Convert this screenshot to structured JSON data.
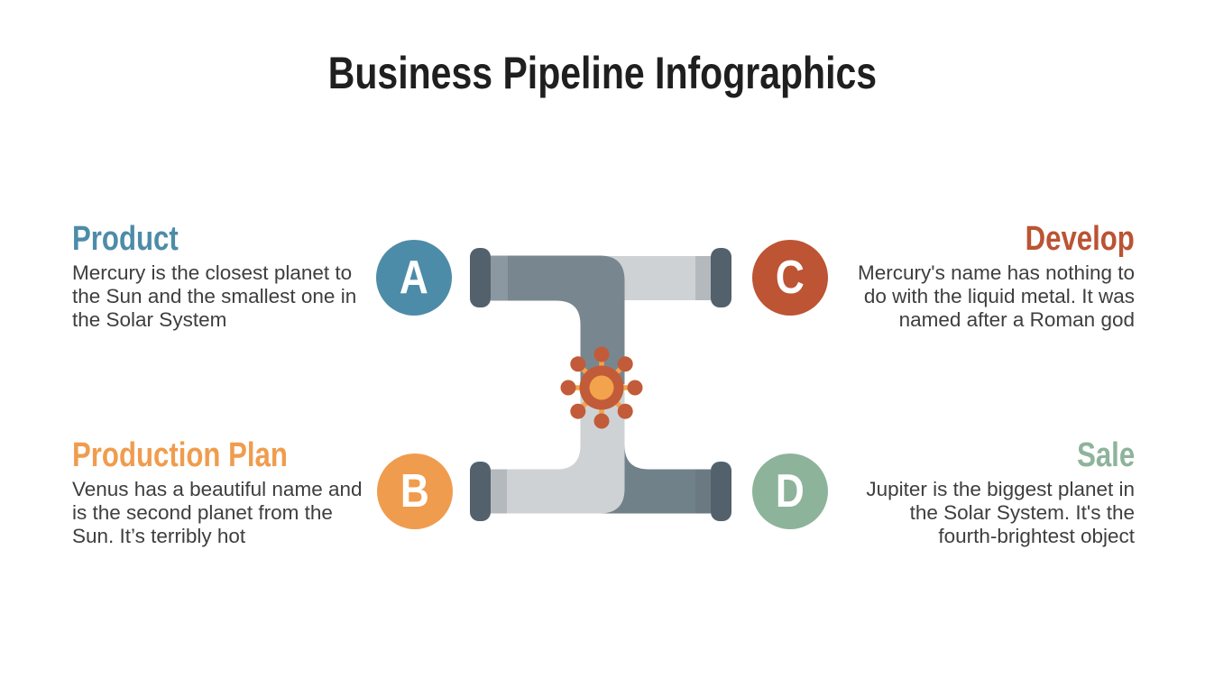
{
  "title": "Business Pipeline Infographics",
  "sections": [
    {
      "id": "product",
      "badge": "A",
      "heading": "Product",
      "text": "Mercury is the closest planet to\nthe Sun and the smallest one in\nthe Solar System",
      "color": "#4d8ca8",
      "position": "top-left"
    },
    {
      "id": "production-plan",
      "badge": "B",
      "heading": "Production Plan",
      "text": "Venus has a beautiful name and\nis the second planet from the\nSun. It’s terribly hot",
      "color": "#f09c4e",
      "position": "bottom-left"
    },
    {
      "id": "develop",
      "badge": "C",
      "heading": "Develop",
      "text": "Mercury's name has nothing to\ndo with the liquid metal. It was\nnamed after a Roman god",
      "color": "#ba5433",
      "position": "top-right"
    },
    {
      "id": "sale",
      "badge": "D",
      "heading": "Sale",
      "text": "Jupiter is the biggest planet in\nthe Solar System. It's the\nfourth-brightest object",
      "color": "#8eb39b",
      "position": "bottom-right"
    }
  ],
  "pipeline": {
    "colors": {
      "pipe_dark": "#78878f",
      "pipe_dark_highlight": "#8b98a1",
      "pipe_dark_sleeve": "#6b7a82",
      "pipe_light": "#ced2d5",
      "pipe_light_sleeve": "#b4b9bd",
      "flange": "#52616b",
      "valve_ring": "#c25b39",
      "valve_hub": "#f2a34c"
    },
    "title_color": "#1f1f1f",
    "body_text_color": "#3e3e3e"
  }
}
